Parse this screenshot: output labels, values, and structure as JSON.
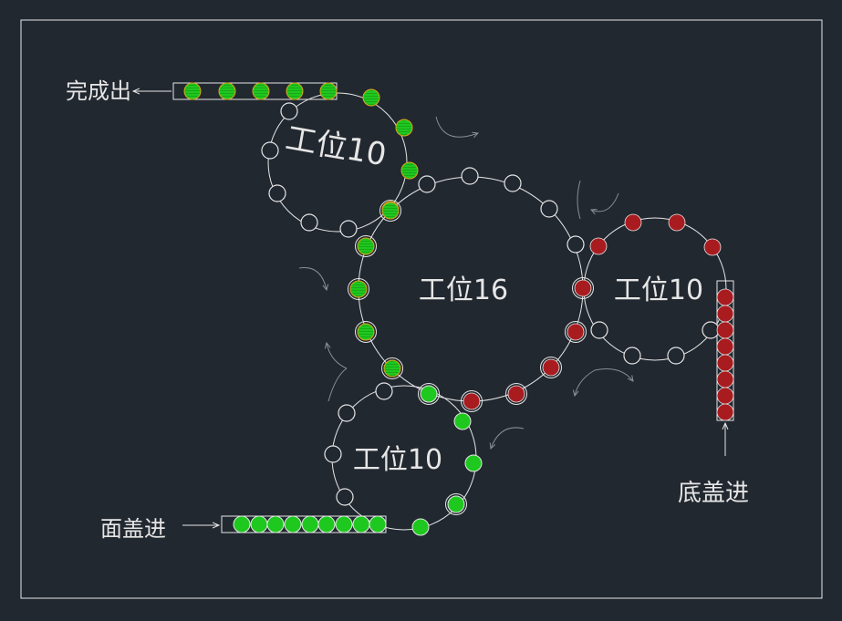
{
  "labels": {
    "output": "完成出",
    "bottom_cover_in": "底盖进",
    "top_cover_in": "面盖进"
  },
  "wheels": [
    {
      "id": "top-left",
      "label": "工位10",
      "stations": 10
    },
    {
      "id": "center",
      "label": "工位16",
      "stations": 16
    },
    {
      "id": "right",
      "label": "工位10",
      "stations": 10
    },
    {
      "id": "bottom",
      "label": "工位10",
      "stations": 10
    }
  ],
  "queues": {
    "output_items": 5,
    "bottom_cover_items": 8,
    "top_cover_items": 9
  },
  "colors": {
    "background": "#222830",
    "line": "#e6e6e6",
    "green_part": "#1fc81f",
    "red_part": "#a81c20",
    "arrow": "#8a8e94",
    "outline_accent": "#d9a21b"
  }
}
